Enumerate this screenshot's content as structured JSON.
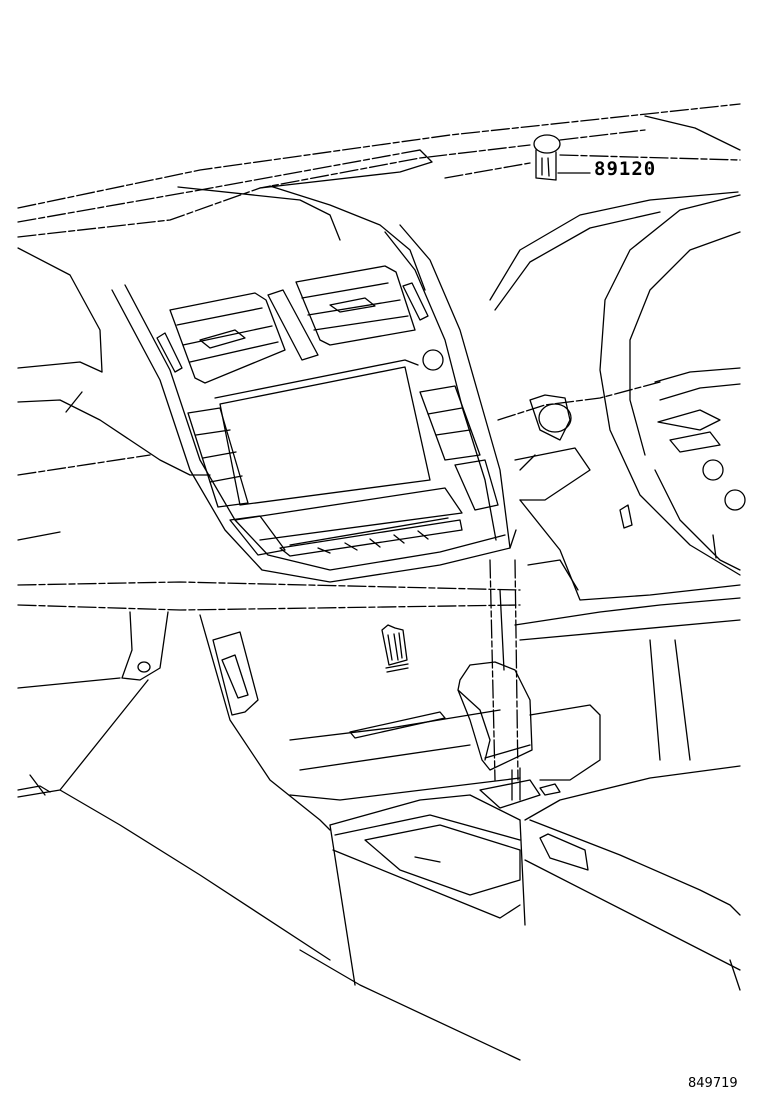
{
  "diagram": {
    "type": "parts-catalog-illustration",
    "subject": "vehicle interior dashboard, center console and steering wheel",
    "background_color": "#ffffff",
    "line_color": "#000000",
    "callouts": [
      {
        "part_number": "89120",
        "target": "sensor on top of dashboard near windshield"
      }
    ],
    "figure_id": "849719"
  }
}
